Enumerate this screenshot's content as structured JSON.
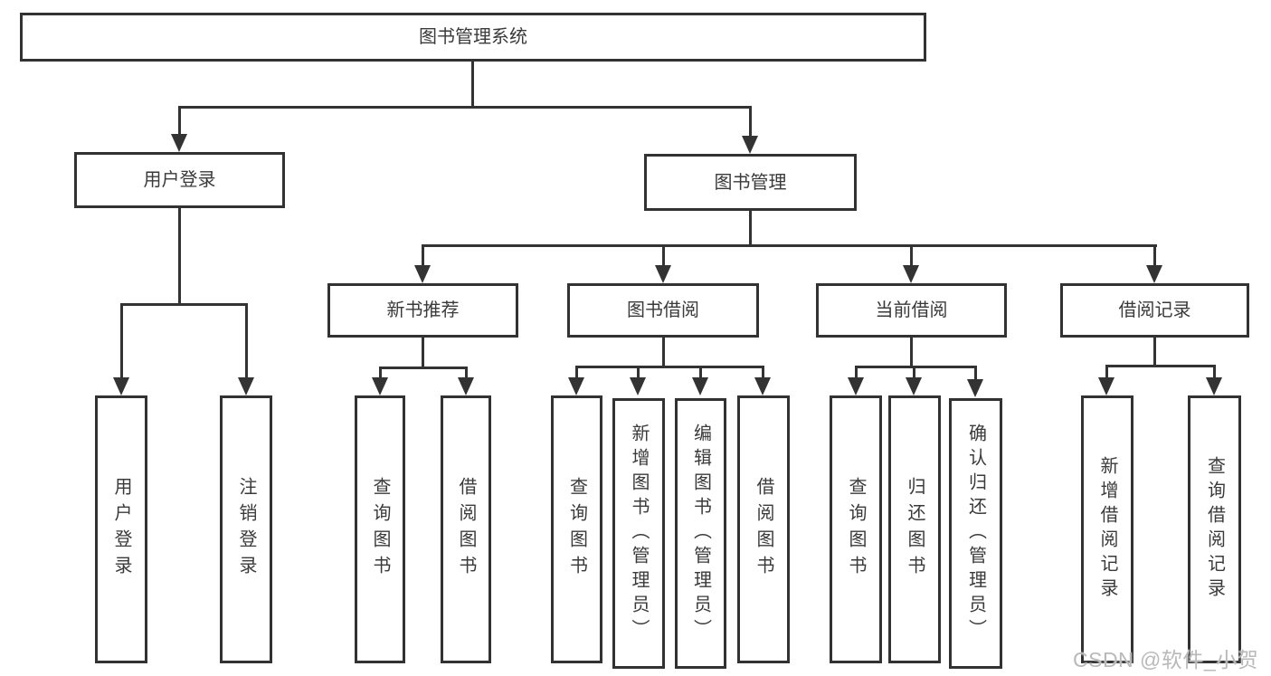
{
  "diagram": {
    "root": "图书管理系统",
    "level2": {
      "user_login": "用户登录",
      "book_mgmt": "图书管理"
    },
    "level3": {
      "new_book_rec": "新书推荐",
      "book_borrow": "图书借阅",
      "current_borrow": "当前借阅",
      "borrow_records": "借阅记录"
    },
    "leaves": {
      "user_login": "用户登录",
      "logout": "注销登录",
      "query_book_1": "查询图书",
      "borrow_book_1": "借阅图书",
      "query_book_2": "查询图书",
      "add_book_admin": "新增图书（管理员）",
      "edit_book_admin": "编辑图书（管理员）",
      "borrow_book_2": "借阅图书",
      "query_book_3": "查询图书",
      "return_book": "归还图书",
      "confirm_return_admin": "确认归还（管理员）",
      "add_borrow_record": "新增借阅记录",
      "query_borrow_record": "查询借阅记录"
    }
  },
  "watermark": "CSDN @软件_小贺同学",
  "colors": {
    "line": "#333333",
    "border": "#323232",
    "text": "#3a3a3a",
    "watermark": "#b9b9b9"
  }
}
